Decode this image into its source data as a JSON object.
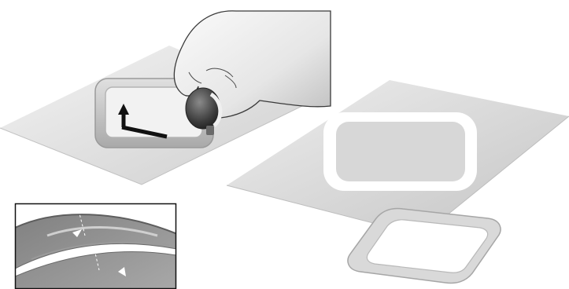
{
  "figure": {
    "description_text": "",
    "panels": [
      {
        "id": "stencil-tracing",
        "icon": "hand-holding-cutter-icon"
      },
      {
        "id": "cut-out-result",
        "icon": "cut-frame-icon"
      },
      {
        "id": "detail-inset",
        "icon": "magnified-edge-icon"
      }
    ],
    "colors": {
      "paper": "#e2e2e2",
      "paper_shade": "#c9c9c9",
      "frame": "#d4d4d4",
      "frame_dark": "#9c9c9c",
      "hand": "#eeeeee",
      "outline": "#3a3a3a",
      "arrow": "#111111",
      "inset_border": "#111111"
    }
  }
}
